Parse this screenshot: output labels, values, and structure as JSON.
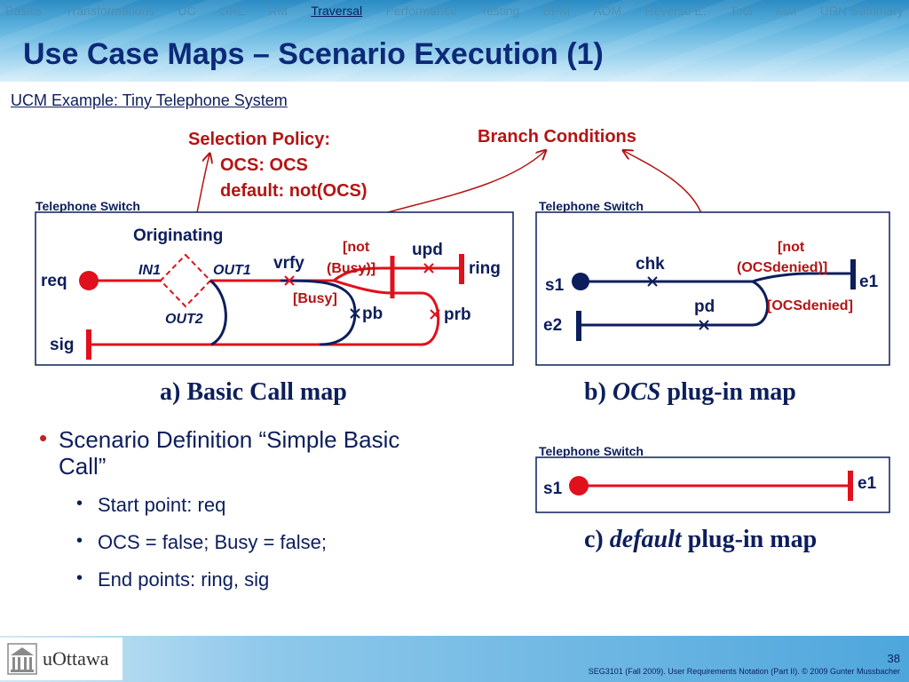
{
  "nav": {
    "items": [
      "Basics",
      "Transformations",
      "UC",
      "GRL",
      "RM",
      "Traversal",
      "Performance",
      "Testing",
      "BPM",
      "AOM",
      "Reverse E.",
      "Tool",
      "MM",
      "URN Summary"
    ],
    "active": "Traversal"
  },
  "title": "Use Case Maps – Scenario Execution (1)",
  "subtitle": "UCM Example: Tiny Telephone System",
  "annotations": {
    "selection_policy": "Selection Policy:",
    "selection_line1": "OCS: OCS",
    "selection_line2": "default: not(OCS)",
    "branch_conditions": "Branch Conditions"
  },
  "map_a": {
    "component": "Telephone Switch",
    "originating": "Originating",
    "start": "req",
    "in": "IN1",
    "out1": "OUT1",
    "out2": "OUT2",
    "vrfy": "vrfy",
    "not_busy_1": "[not",
    "not_busy_2": "(Busy)]",
    "upd": "upd",
    "ring": "ring",
    "busy": "[Busy]",
    "pb": "pb",
    "prb": "prb",
    "sig": "sig",
    "caption_prefix": "a) Basic Call map"
  },
  "map_b": {
    "component": "Telephone Switch",
    "s1": "s1",
    "e1": "e1",
    "e2": "e2",
    "chk": "chk",
    "pd": "pd",
    "not_ocs_1": "[not",
    "not_ocs_2": "(OCSdenied)]",
    "ocs_denied": "[OCSdenied]",
    "caption_prefix": "b) ",
    "caption_italic": "OCS",
    "caption_suffix": " plug-in map"
  },
  "map_c": {
    "component": "Telephone Switch",
    "s1": "s1",
    "e1": "e1",
    "caption_prefix": "c) ",
    "caption_italic": "default",
    "caption_suffix": " plug-in map"
  },
  "bullets": {
    "main": "Scenario Definition “Simple Basic Call”",
    "items": [
      "Start point: req",
      "OCS = false; Busy = false;",
      "End points: ring, sig"
    ]
  },
  "footer": {
    "logo": "uOttawa",
    "page_number": "38",
    "text": "SEG3101 (Fall 2009).   User Requirements Notation (Part II).   © 2009 Gunter Mussbacher"
  },
  "colors": {
    "path_red": "#e0101c",
    "path_navy": "#0c1e5c",
    "annotation": "#b41414",
    "text_blue": "#0c1e5c"
  }
}
